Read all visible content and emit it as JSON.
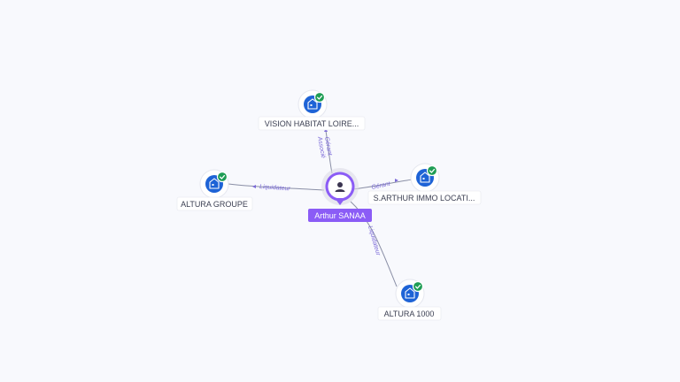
{
  "person": {
    "name": "Arthur SANAA",
    "icon": "person-icon"
  },
  "companies": [
    {
      "id": "vision",
      "label": "VISION HABITAT LOIRE...",
      "icon": "building-icon",
      "status_icon": "check-icon"
    },
    {
      "id": "sarthur",
      "label": "S.ARTHUR IMMO LOCATI...",
      "icon": "building-icon",
      "status_icon": "check-icon"
    },
    {
      "id": "altura-groupe",
      "label": "ALTURA GROUPE",
      "icon": "building-icon",
      "status_icon": "check-icon"
    },
    {
      "id": "altura-1000",
      "label": "ALTURA 1000",
      "icon": "building-icon",
      "status_icon": "check-icon"
    }
  ],
  "relations": [
    {
      "to": "vision",
      "labels": [
        "Gérant",
        "Associé"
      ]
    },
    {
      "to": "sarthur",
      "labels": [
        "Gérant"
      ]
    },
    {
      "to": "altura-groupe",
      "labels": [
        "Liquidateur"
      ]
    },
    {
      "to": "altura-1000",
      "labels": [
        "Liquidateur"
      ]
    }
  ],
  "colors": {
    "accent": "#8b5cf6",
    "company": "#1e63d6",
    "status_ok": "#1f9d55",
    "edge_label": "#7b6ad8"
  }
}
